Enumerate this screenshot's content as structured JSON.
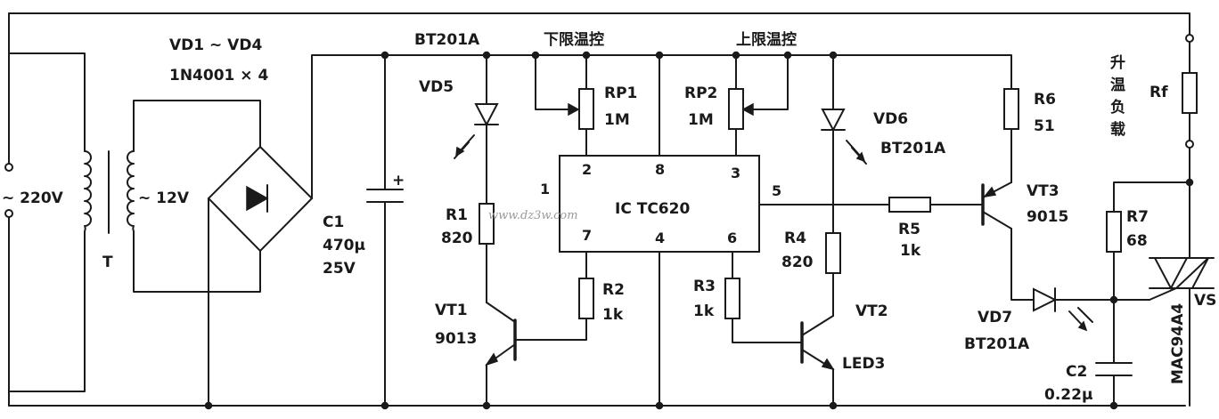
{
  "watermark": "www.dz3w.com",
  "labels": {
    "mains": "~ 220V",
    "transformer_secondary": "~ 12V",
    "transformer": "T",
    "bridge_ref": "VD1 ~ VD4",
    "bridge_part": "1N4001 × 4",
    "c1_ref": "C1",
    "c1_cap": "470μ",
    "c1_volt": "25V",
    "c1_plus": "+",
    "low_control": "下限温控",
    "high_control": "上限温控",
    "vd5_part": "BT201A",
    "vd5_ref": "VD5",
    "r1_ref": "R1",
    "r1_val": "820",
    "rp1_ref": "RP1",
    "rp1_val": "1M",
    "rp2_ref": "RP2",
    "rp2_val": "1M",
    "ic": "IC  TC620",
    "pin1": "1",
    "pin2": "2",
    "pin8": "8",
    "pin3": "3",
    "pin5": "5",
    "pin7": "7",
    "pin4": "4",
    "pin6": "6",
    "r2_ref": "R2",
    "r2_val": "1k",
    "vt1_ref": "VT1",
    "vt1_part": "9013",
    "r3_ref": "R3",
    "r3_val": "1k",
    "r4_ref": "R4",
    "r4_val": "820",
    "vd6_ref": "VD6",
    "vd6_part": "BT201A",
    "vt2_ref": "VT2",
    "vt2_part": "LED3",
    "r5_ref": "R5",
    "r5_val": "1k",
    "r6_ref": "R6",
    "r6_val": "51",
    "vt3_ref": "VT3",
    "vt3_part": "9015",
    "vd7_ref": "VD7",
    "vd7_part": "BT201A",
    "r7_ref": "R7",
    "r7_val": "68",
    "c2_ref": "C2",
    "c2_val": "0.22μ",
    "vs_part": "MAC94A4",
    "vs_ref": "VS",
    "load_chars": [
      "升",
      "温",
      "负",
      "载"
    ],
    "rf_ref": "Rf"
  }
}
